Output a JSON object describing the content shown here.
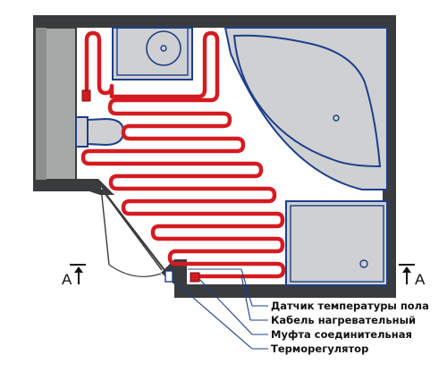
{
  "labels": {
    "sensor": "Датчик температуры пола",
    "cable": "Кабель нагревательный",
    "coupling": "Муфта соединительная",
    "thermostat": "Терморегулятор"
  },
  "section_marks": {
    "left": "А",
    "right": "А"
  },
  "colors": {
    "wall": "#3a3b3c",
    "wall_fill": "#a7a8a8",
    "fixture_outline": "#1c3f8a",
    "fixture_fill": "#cfd0d2",
    "heating_cable": "#d41b21",
    "leader_line": "#1c3f8a",
    "floor": "#ffffff"
  },
  "icons": [
    "washbasin",
    "toilet",
    "corner-bathtub",
    "shower-tray",
    "door-swing",
    "thermostat-box",
    "section-arrow"
  ]
}
